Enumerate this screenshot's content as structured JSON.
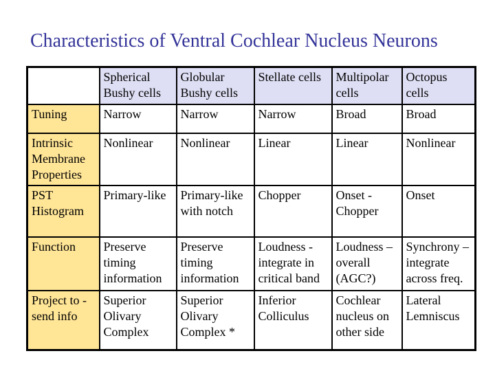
{
  "slide": {
    "title": "Characteristics of Ventral Cochlear Nucleus Neurons"
  },
  "colors": {
    "title_text": "#333399",
    "column_header_bg": "#dedef4",
    "row_header_bg": "#ffe596",
    "table_border": "#000000",
    "background": "#ffffff"
  },
  "table": {
    "column_headers": [
      "",
      "Spherical Bushy cells",
      "Globular Bushy cells",
      "Stellate cells",
      "Multipolar cells",
      "Octopus cells"
    ],
    "rows": [
      {
        "label": "Tuning",
        "cells": [
          "Narrow",
          "Narrow",
          "Narrow",
          "Broad",
          "Broad"
        ]
      },
      {
        "label": "Intrinsic Membrane Properties",
        "cells": [
          "Nonlinear",
          "Nonlinear",
          "Linear",
          "Linear",
          "Nonlinear"
        ]
      },
      {
        "label": "PST Histogram",
        "cells": [
          "Primary-like",
          "Primary-like with notch",
          "Chopper",
          "Onset - Chopper",
          "Onset"
        ]
      },
      {
        "label": "Function",
        "cells": [
          "Preserve timing information",
          "Preserve timing information",
          "Loudness - integrate in critical band",
          "Loudness – overall (AGC?)",
          "Synchrony – integrate across freq."
        ]
      },
      {
        "label": "Project to - send info",
        "cells": [
          "Superior Olivary Complex",
          "Superior Olivary Complex *",
          "Inferior Colliculus",
          "Cochlear nucleus on other side",
          "Lateral Lemniscus"
        ]
      }
    ]
  }
}
